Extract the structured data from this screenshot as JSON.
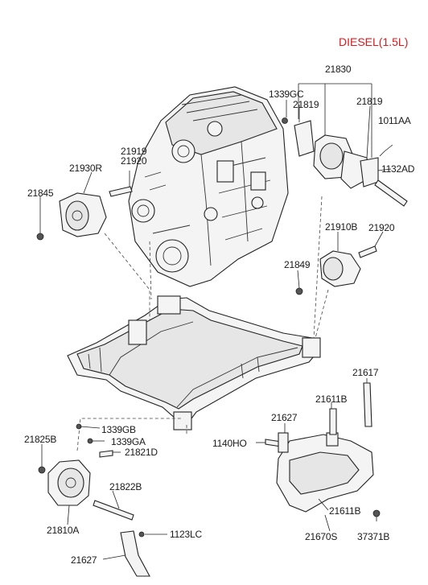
{
  "header": {
    "variant_label": "DIESEL(1.5L)"
  },
  "colors": {
    "variant_label": "#e0181b",
    "ink": "#1a1a1a"
  },
  "callouts": {
    "c21830": "21830",
    "c1339GC": "1339GC",
    "c21819_left": "21819",
    "c21819_right": "21819",
    "c1011AA": "1011AA",
    "c21919": "21919",
    "c21920_top": "21920",
    "c21930R": "21930R",
    "c1132AD": "1132AD",
    "c21845": "21845",
    "c21910B": "21910B",
    "c21920_mid": "21920",
    "c21849": "21849",
    "c21617": "21617",
    "c21611B_top": "21611B",
    "c21627_top": "21627",
    "c1140HO": "1140HO",
    "c1339GB": "1339GB",
    "c21825B": "21825B",
    "c1339GA": "1339GA",
    "c21821D": "21821D",
    "c21822B": "21822B",
    "c21611B_bottom": "21611B",
    "c21810A": "21810A",
    "c21670S": "21670S",
    "c37371B": "37371B",
    "c1123LC": "1123LC",
    "c21627_bottom": "21627"
  }
}
